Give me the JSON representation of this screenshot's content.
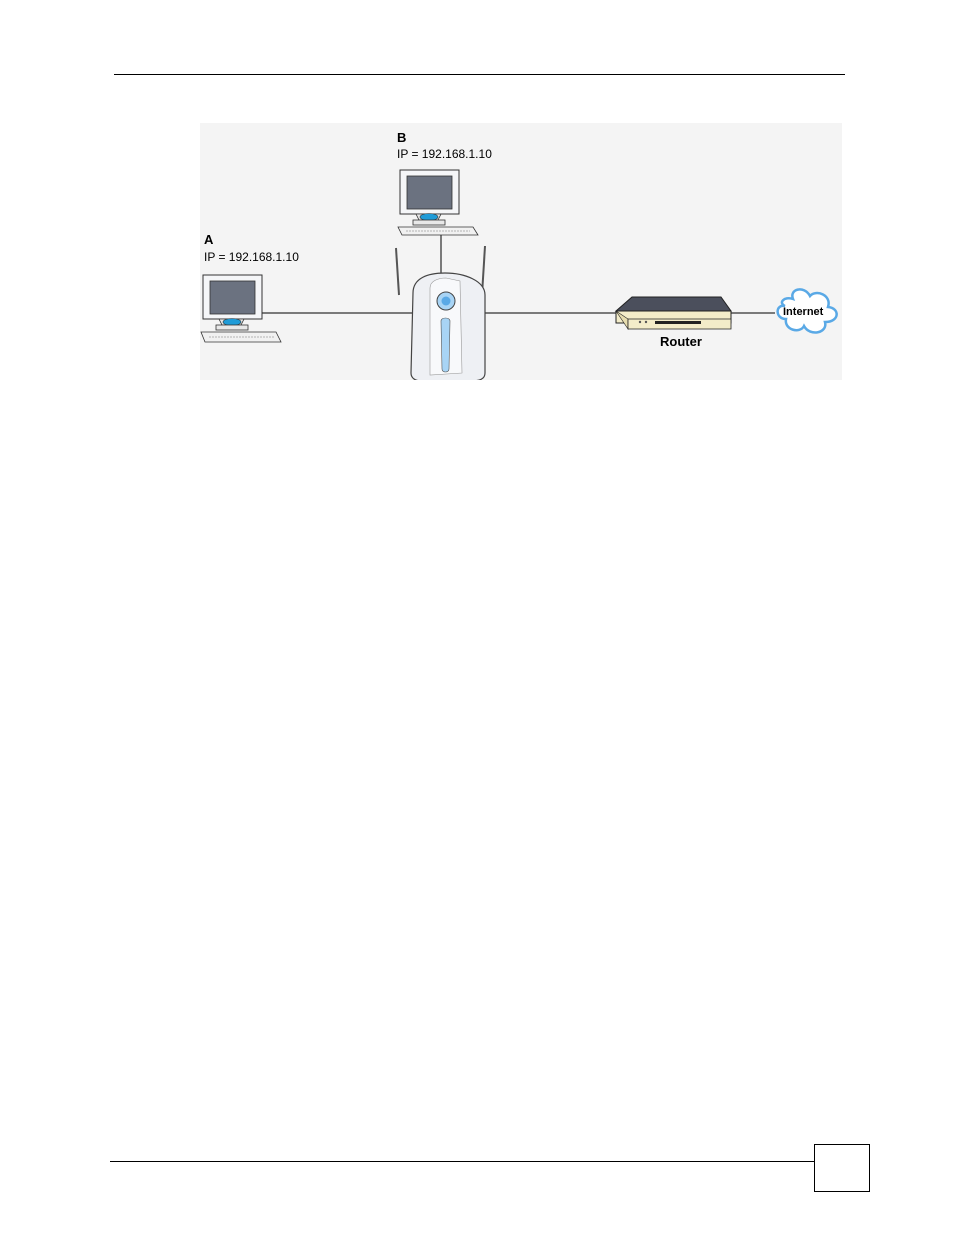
{
  "diagram": {
    "nodes": {
      "computer_a": {
        "name": "A",
        "ip": "IP = 192.168.1.10"
      },
      "computer_b": {
        "name": "B",
        "ip": "IP = 192.168.1.10"
      },
      "access_point": {
        "name": ""
      },
      "router": {
        "name": "Router"
      },
      "internet": {
        "name": "Internet"
      }
    },
    "links": [
      {
        "from": "computer_a",
        "to": "access_point"
      },
      {
        "from": "computer_b",
        "to": "access_point"
      },
      {
        "from": "access_point",
        "to": "router"
      },
      {
        "from": "router",
        "to": "internet"
      }
    ],
    "colors": {
      "screen": "#6b7280",
      "accent_blue": "#a8d4f5",
      "cloud_outline": "#5aa9e6",
      "router_top": "#4b4f5c",
      "router_front": "#f3ecc9"
    }
  }
}
